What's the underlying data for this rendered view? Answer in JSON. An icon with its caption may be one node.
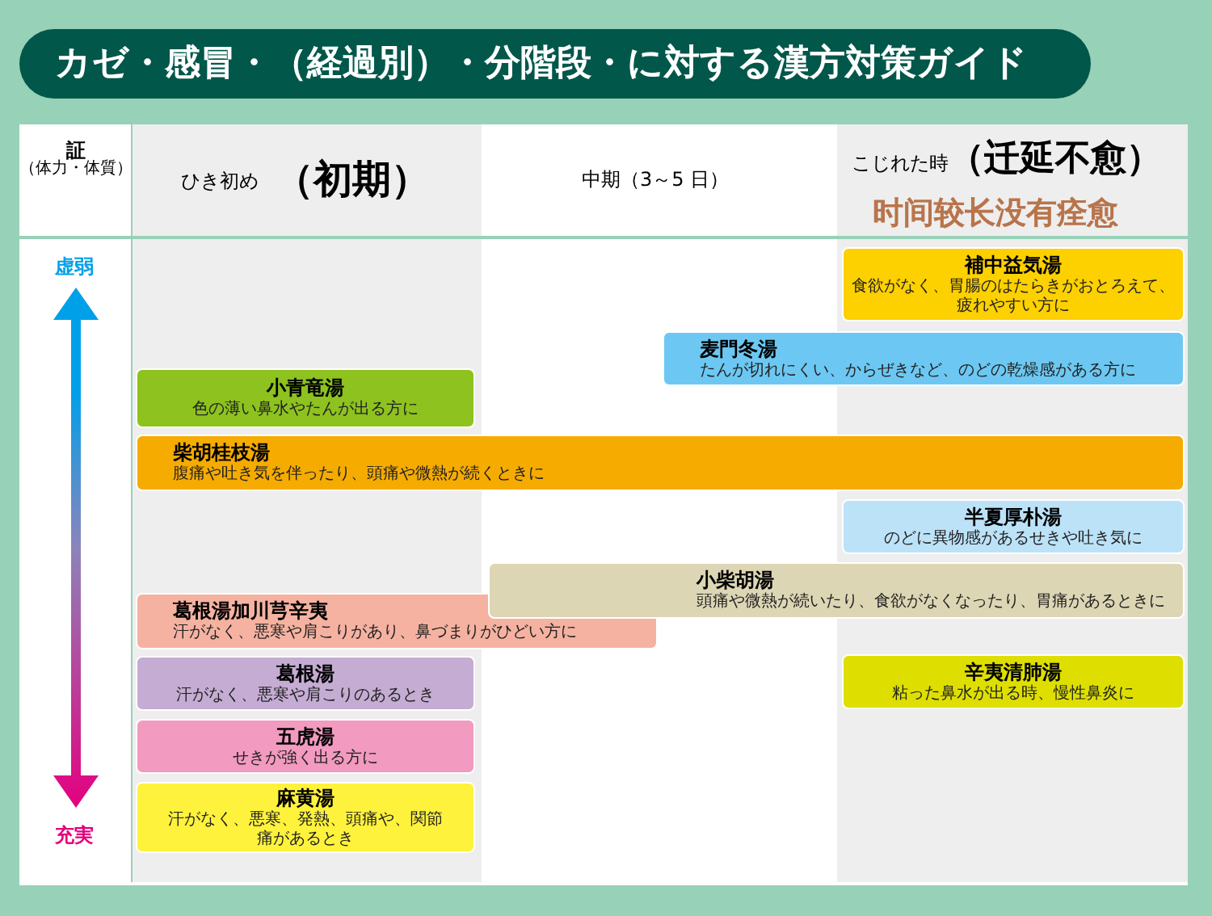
{
  "diagram": {
    "title": "カゼ・**感冒・**（経過別）・**分階段・** に対する**漢方対策ガイド**",
    "nodes": [
      {
        "text": [
          "補中益気湯",
          "食欲がなく、胃腸のはたらきがおとろえて、疲れやすい方に"
        ]
      },
      {
        "text": [
          "麦門冬湯",
          "たんが切れにくい、からぜきなど、のどの乾燥感がある方に"
        ]
      },
      {
        "text": [
          "小青竜湯",
          "色の薄い鼻水やたんが出る方に"
        ]
      },
      {
        "text": [
          "柴胡桂枝湯",
          "腹痛や吐き気を伴ったり、頭痛や微熱が続くときに"
        ]
      },
      {
        "text": [
          "半夏厚朴湯",
          "のどに異物感があるせきや吐き気に"
        ]
      },
      {
        "text": [
          "葛根湯加川芎辛夷",
          "汗がなく、悪寒や肩こりがあり、鼻づまりがひどい方に"
        ]
      },
      {
        "text": [
          "小柴胡湯",
          "頭痛や微熱が続いたり、食欲がなくなったり、胃痛があるときに"
        ]
      },
      {
        "text": [
          "葛根湯",
          "汗がなく、悪寒や肩こりのあるとき"
        ]
      },
      {
        "text": [
          "辛夷清肺湯",
          "粘った鼻水が出る時、慢性鼻炎に"
        ]
      },
      {
        "text": [
          "五虎湯",
          "せきが強く出る方に"
        ]
      },
      {
        "text": [
          "麻黄湯",
          "汗がなく、悪寒、発熱、頭痛や、関節痛があるとき"
        ]
      }
    ],
    "labels": [
      "証",
      "（体力・体質）",
      "ひき初め",
      "（初期）",
      "中期（3～5 日）",
      "こじれた時",
      "（迁延不愈）",
      "时间较长没有痊愈",
      "虚弱",
      "充実"
    ]
  }
}
